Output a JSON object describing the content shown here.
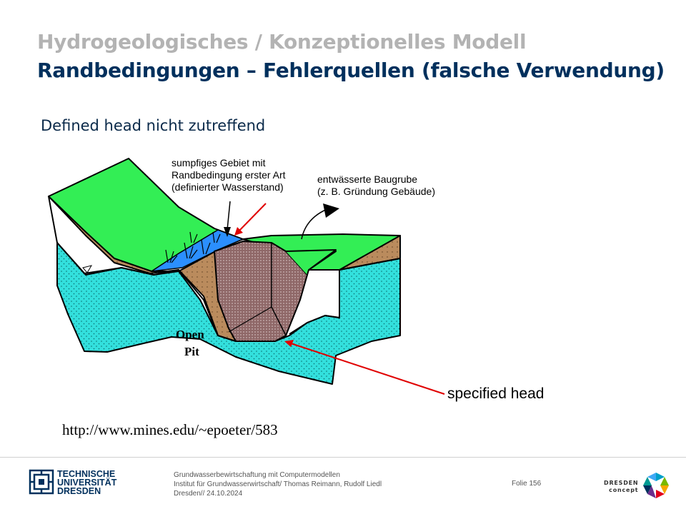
{
  "header": {
    "title_line1": "Hydrogeologisches / Konzeptionelles Modell",
    "title_line2": "Randbedingungen – Fehlerquellen (falsche Verwendung)"
  },
  "slide": {
    "subtitle": "Defined head nicht zutreffend",
    "annotations": {
      "swamp": [
        "sumpfiges Gebiet mit",
        "Randbedingung erster Art",
        "(definierter Wasserstand)"
      ],
      "pit": [
        "entwässerte Baugrube",
        "(z. B. Gründung Gebäude)"
      ],
      "specified_head": "specified head"
    },
    "figure_labels": [
      "Open",
      "Pit"
    ],
    "source_url": "http://www.mines.edu/~epoeter/583"
  },
  "footer": {
    "university": [
      "TECHNISCHE",
      "UNIVERSITÄT",
      "DRESDEN"
    ],
    "info_lines": [
      "Grundwasserbewirtschaftung mit Computermodellen",
      "Institut für Grundwasserwirtschaft/ Thomas Reimann, Rudolf Liedl",
      "Dresden// 24.10.2024"
    ],
    "slide_number": "Folie 156",
    "partner_logo": [
      "DRESDEN",
      "concept"
    ]
  },
  "colors": {
    "title_gray": "#b3b3b3",
    "title_blue": "#00305d",
    "grass": "#33ee55",
    "soil": "#b98a5c",
    "groundwater": "#33e0dd",
    "swamp_water": "#2b8fff",
    "pit_fill": "#8a6060",
    "arrow_red": "#e00000"
  },
  "icons": {
    "university_logo": "tud-logo-icon",
    "partner_logo": "dresden-concept-logo-icon"
  }
}
